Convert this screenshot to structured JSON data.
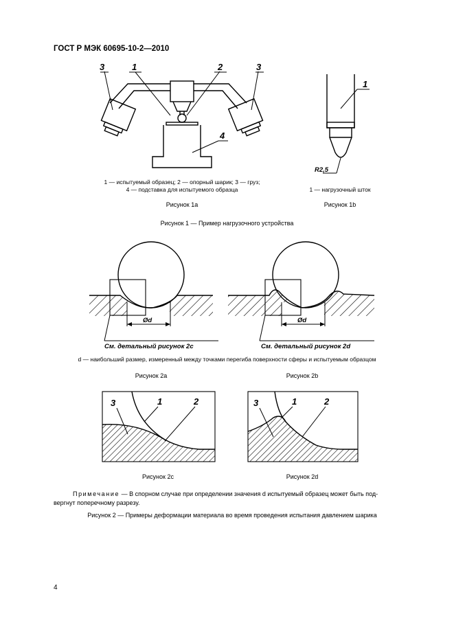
{
  "header": {
    "doc_id": "ГОСТ Р МЭК 60695-10-2—2010"
  },
  "figure1a": {
    "labels": {
      "l1": "1",
      "l2": "2",
      "l3a": "3",
      "l3b": "3",
      "l4": "4"
    },
    "legend_line1": "1 — испытуемый образец; 2 — опорный шарик; 3 — груз;",
    "legend_line2": "4 — подставка для испытуемого образца",
    "caption": "Рисунок 1а"
  },
  "figure1b": {
    "labels": {
      "l1": "1",
      "radius": "R2,5"
    },
    "legend": "1 — нагрузочный шток",
    "caption": "Рисунок 1b"
  },
  "figure1_title": "Рисунок 1 — Пример нагрузочного устройства",
  "figure2a": {
    "dim": "Ød",
    "ref": "См. детальный рисунок 2с",
    "caption": "Рисунок 2а"
  },
  "figure2b": {
    "dim": "Ød",
    "ref": "См. детальный рисунок 2d",
    "caption": "Рисунок 2b"
  },
  "figure2_legend": "d — наибольший размер, измеренный между точками перегиба поверхности сферы и испытуемым образцом",
  "figure2c": {
    "labels": {
      "l1": "1",
      "l2": "2",
      "l3": "3"
    },
    "caption": "Рисунок 2с"
  },
  "figure2d": {
    "labels": {
      "l1": "1",
      "l2": "2",
      "l3": "3"
    },
    "caption": "Рисунок 2d"
  },
  "note": {
    "prefix": "Примечание",
    "text_line1": " — В спорном случае при определении значения d испытуемый образец может быть под-",
    "text_line2": "вергнут поперечному разрезу."
  },
  "figure2_title": "Рисунок 2 — Примеры деформации материала во время проведения испытания давлением шарика",
  "page_number": "4"
}
